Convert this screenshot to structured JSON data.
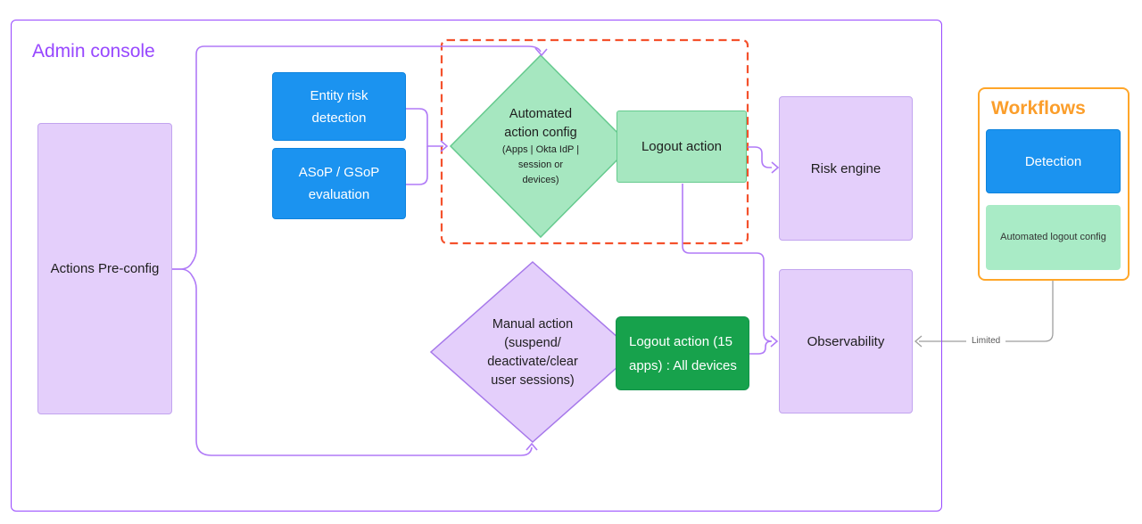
{
  "colors": {
    "admin_purple": "#9747ff",
    "connector_purple": "#b07af7",
    "lavender_fill": "#e4cffb",
    "blue_fill": "#1b93f0",
    "light_green_fill": "#a6e7c0",
    "dark_green_fill": "#17a24c",
    "dashed_red": "#f4512c",
    "workflows_orange": "#ffa629",
    "gray_line": "#9e9e9e"
  },
  "admin_console": {
    "title": "Admin console",
    "actions_preconfig_label": "Actions Pre-config",
    "entity_risk_lines": [
      "Entity risk",
      "detection"
    ],
    "asop_lines": [
      "ASoP / GSoP",
      "evaluation"
    ],
    "auto_diamond": {
      "main_lines": [
        "Automated",
        "action config"
      ],
      "sub_lines": [
        "(Apps | Okta IdP |",
        "session or",
        "devices)"
      ]
    },
    "logout_action_label": "Logout action",
    "risk_engine_label": "Risk engine",
    "manual_diamond_lines": [
      "Manual action",
      "(suspend/",
      "deactivate/clear",
      "user sessions)"
    ],
    "logout_all_lines": [
      "Logout action (15",
      "apps) : All devices"
    ],
    "observability_label": "Observability"
  },
  "workflows": {
    "title": "Workflows",
    "detection_label": "Detection",
    "auto_logout_label": "Automated logout config",
    "limited_label": "Limited"
  }
}
